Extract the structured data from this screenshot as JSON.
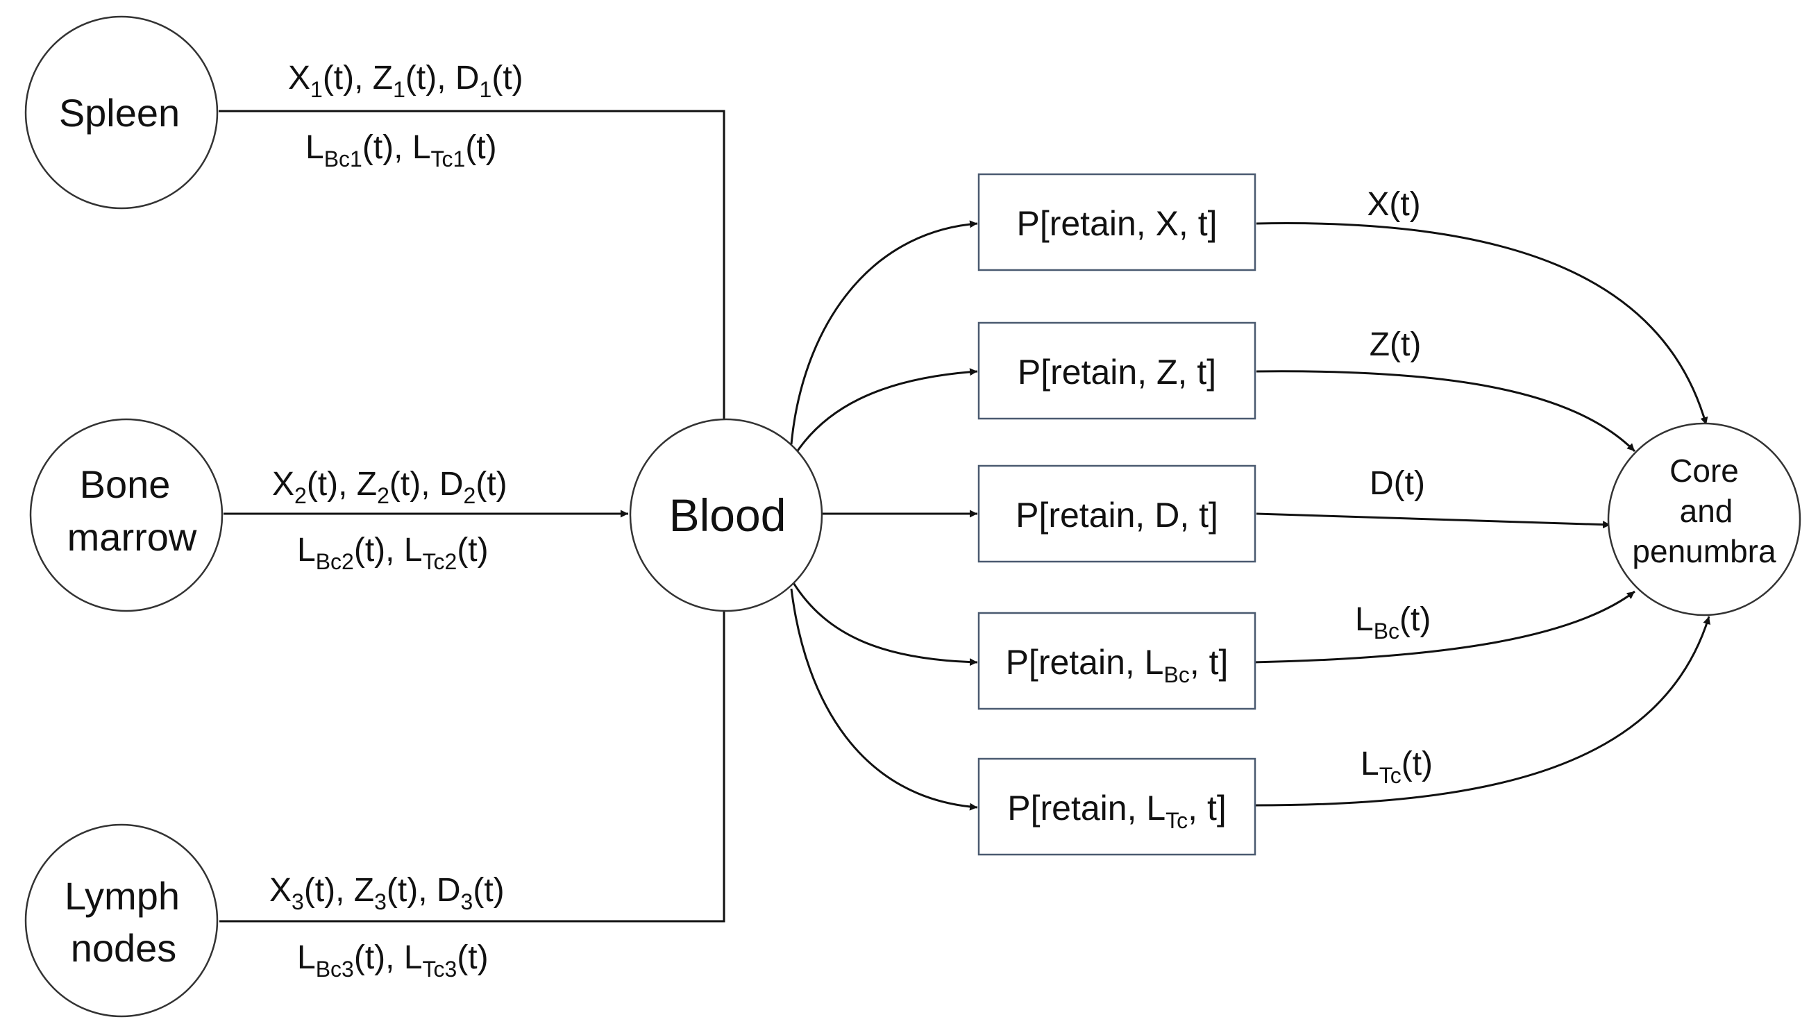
{
  "sources": [
    {
      "id": "spleen",
      "lines": [
        "Spleen"
      ],
      "top": [
        "X",
        "1",
        "(t), Z",
        "1",
        "(t), D",
        "1",
        "(t)"
      ],
      "bottom": [
        "L",
        "Bc1",
        "(t),  L",
        "Tc1",
        "(t)"
      ]
    },
    {
      "id": "bone-marrow",
      "lines": [
        "Bone",
        "marrow"
      ],
      "top": [
        "X",
        "2",
        "(t), Z",
        "2",
        "(t), D",
        "2",
        "(t)"
      ],
      "bottom": [
        "L",
        "Bc2",
        "(t),  L",
        "Tc2",
        "(t)"
      ]
    },
    {
      "id": "lymph-nodes",
      "lines": [
        "Lymph",
        "nodes"
      ],
      "top": [
        "X",
        "3",
        "(t), Z",
        "3",
        "(t), D",
        "3",
        "(t)"
      ],
      "bottom": [
        "L",
        "Bc3",
        "(t),  L",
        "Tc3",
        "(t)"
      ]
    }
  ],
  "blood": "Blood",
  "retain_boxes": [
    {
      "id": "x",
      "parts": [
        "P[retain, X, t]"
      ],
      "out": [
        "X(t)"
      ]
    },
    {
      "id": "z",
      "parts": [
        "P[retain, Z, t]"
      ],
      "out": [
        "Z(t)"
      ]
    },
    {
      "id": "d",
      "parts": [
        "P[retain, D, t]"
      ],
      "out": [
        "D(t)"
      ]
    },
    {
      "id": "lbc",
      "parts": [
        "P[retain, L",
        "Bc",
        ", t]"
      ],
      "out": [
        "L",
        "Bc",
        "(t)"
      ]
    },
    {
      "id": "ltc",
      "parts": [
        "P[retain, L",
        "Tc",
        ", t]"
      ],
      "out": [
        "L",
        "Tc",
        "(t)"
      ]
    }
  ],
  "target": [
    "Core",
    "and",
    "penumbra"
  ]
}
